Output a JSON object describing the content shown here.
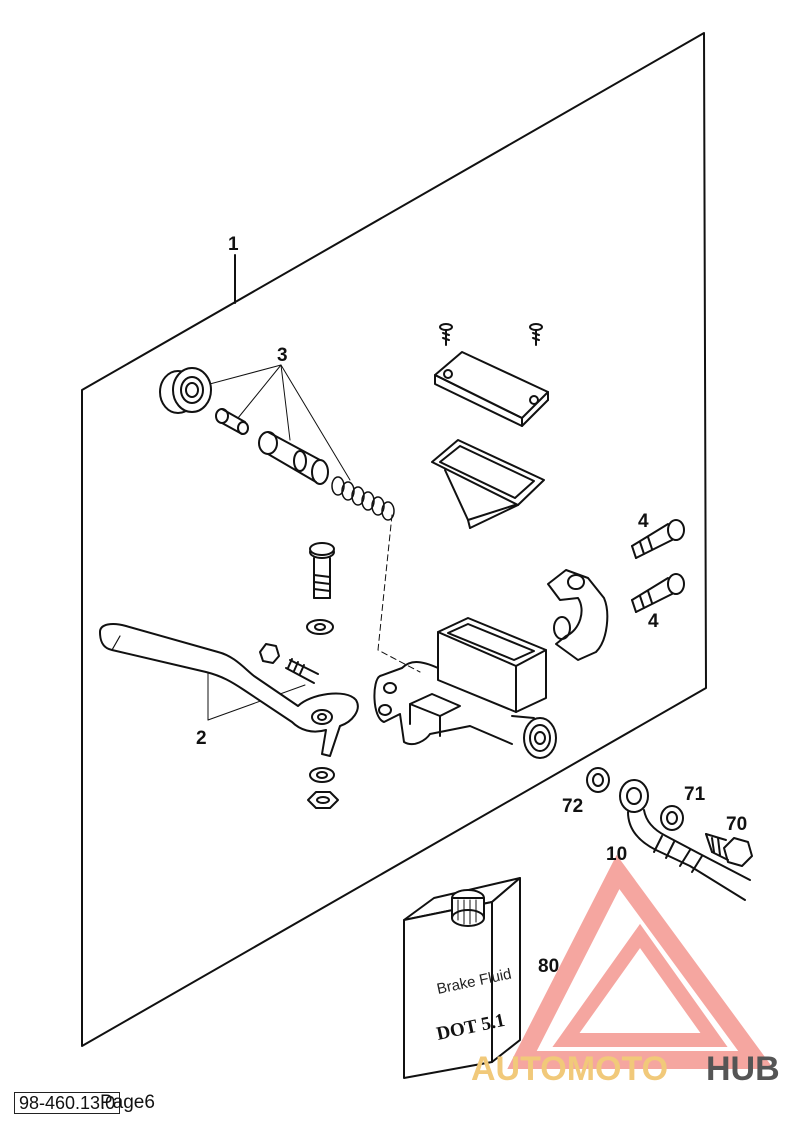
{
  "labels": {
    "l1": "1",
    "l2": "2",
    "l3": "3",
    "l4a": "4",
    "l4b": "4",
    "l10": "10",
    "l70": "70",
    "l71": "71",
    "l72": "72",
    "l80": "80"
  },
  "can": {
    "line1": "Brake Fluid",
    "line2": "DOT 5.1"
  },
  "logo": {
    "part1": "AUTOMOTO",
    "part2": "HUB",
    "color_primary": "#f5a6a0",
    "color_accent": "#f1c97a",
    "color_dark": "#555555"
  },
  "footer": {
    "doc_code": "98-460.13.0",
    "page": "Page6"
  }
}
